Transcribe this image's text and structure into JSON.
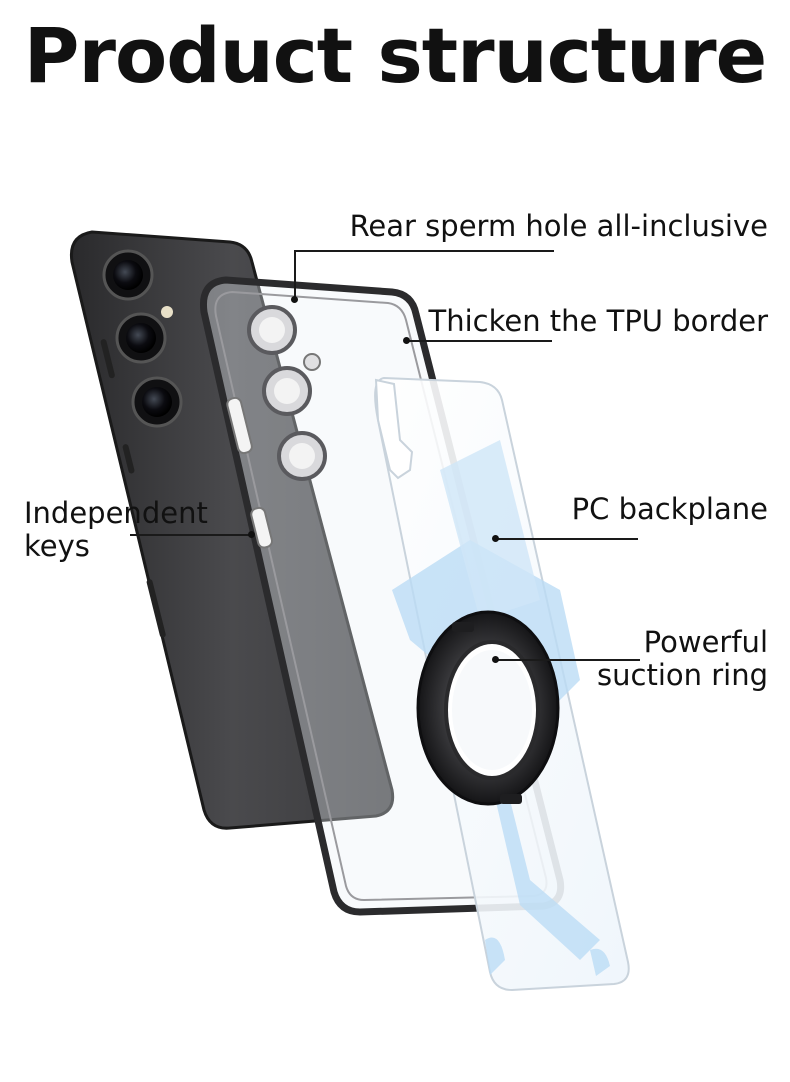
{
  "title": "Product structure",
  "callouts": {
    "rear_hole": "Rear sperm hole all-inclusive",
    "tpu_border": "Thicken the TPU border",
    "independent_keys_line1": "Independent",
    "independent_keys_line2": "keys",
    "pc_backplane": "PC backplane",
    "suction_ring_line1": "Powerful",
    "suction_ring_line2": "suction ring"
  },
  "colors": {
    "phone_body": "#3a3a3c",
    "frame_metal": "#2b2b2d",
    "backplane_tint": "#bcdcf5",
    "ring": "#1e1e20"
  }
}
